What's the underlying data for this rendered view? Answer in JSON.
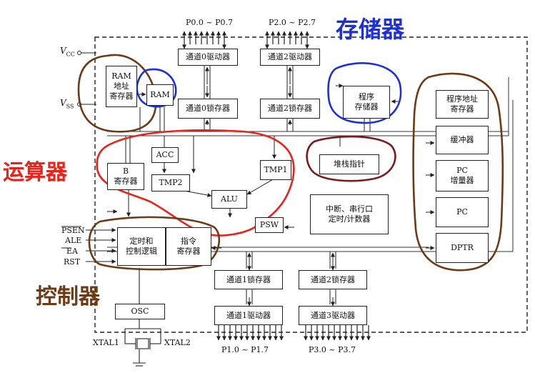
{
  "ports": {
    "p0": "P0.0 ~ P0.7",
    "p2": "P2.0 ~ P2.7",
    "p1": "P1.0 ~ P1.7",
    "p3": "P3.0 ~ P3.7"
  },
  "pins": {
    "vcc_main": "V",
    "vcc_sub": "CC",
    "vss_main": "V",
    "vss_sub": "SS",
    "psen": "PSEN",
    "ale": "ALE",
    "ea": "EA",
    "rst": "RST",
    "xtal1": "XTAL1",
    "xtal2": "XTAL2"
  },
  "blocks": {
    "ch0_driver": "通道0驱动器",
    "ch2_driver": "通道2驱动器",
    "ch0_latch": "通道0锁存器",
    "ch2_latch": "通道2锁存器",
    "ram_addr_reg": "RAM\n地址\n寄存器",
    "ram": "RAM",
    "program_memory": "程序\n存储器",
    "prog_addr_reg": "程序地址\n寄存器",
    "buffer": "缓冲器",
    "pc_incrementer": "PC\n增量器",
    "pc": "PC",
    "dptr": "DPTR",
    "acc": "ACC",
    "b_reg": "B\n寄存器",
    "tmp2": "TMP2",
    "tmp1": "TMP1",
    "alu": "ALU",
    "psw": "PSW",
    "stack_pointer": "堆栈指针",
    "interrupt": "中断、串行口\n定时/计数器",
    "timing_control": "定时和\n控制逻辑",
    "instruction_reg": "指令\n寄存器",
    "osc": "OSC",
    "ch1_latch": "通道1锁存器",
    "ch2b_latch": "通道2锁存器",
    "ch1_driver": "通道1驱动器",
    "ch3_driver": "通道3驱动器"
  },
  "annotations": {
    "memory": "存储器",
    "alu": "运算器",
    "control": "控制器"
  },
  "colors": {
    "memory": "#1f2fd6",
    "alu": "#e8231b",
    "control": "#6b3a16",
    "stack": "#7a1a1a"
  }
}
